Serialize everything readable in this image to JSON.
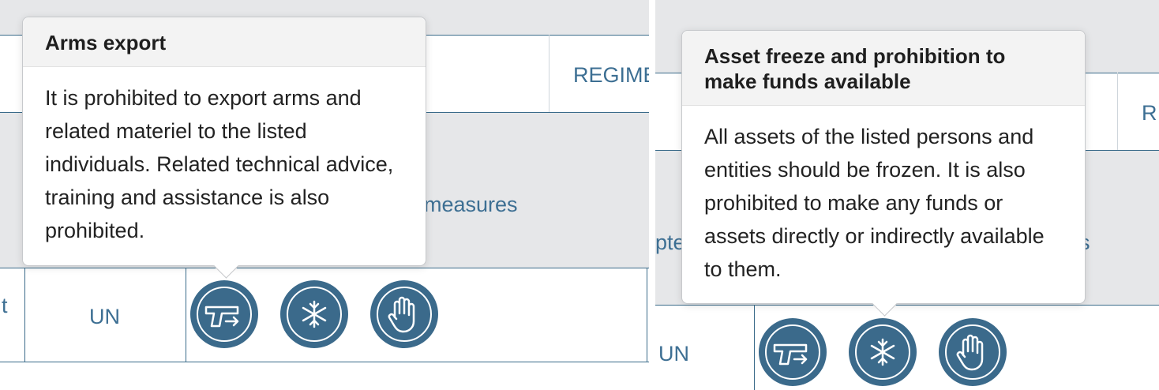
{
  "left_panel": {
    "background": {
      "regime_header": "REGIME",
      "measures_header": "measures",
      "row_cut_text": "t",
      "authority": "UN"
    },
    "icons": [
      {
        "name": "arms-export-icon",
        "label": "Arms export"
      },
      {
        "name": "asset-freeze-icon",
        "label": "Asset freeze"
      },
      {
        "name": "travel-ban-icon",
        "label": "Travel ban"
      }
    ],
    "tooltip": {
      "title": "Arms export",
      "body": "It is prohibited to export arms and related materiel to the listed individuals. Related technical advice, training and assistance is also prohibited."
    }
  },
  "right_panel": {
    "background": {
      "regime_header": "R",
      "measures_header": "s",
      "adopted_cut_text": "pte",
      "authority": "UN"
    },
    "icons": [
      {
        "name": "arms-export-icon",
        "label": "Arms export"
      },
      {
        "name": "asset-freeze-icon",
        "label": "Asset freeze"
      },
      {
        "name": "travel-ban-icon",
        "label": "Travel ban"
      }
    ],
    "tooltip": {
      "title": "Asset freeze and prohibition to make funds available",
      "body": "All assets of the listed persons and entities should be frozen. It is also prohibited to make any funds or assets directly or indirectly available to them."
    }
  },
  "colors": {
    "icon_fill": "#3b6a8b",
    "table_text": "#3d6f93",
    "header_band": "#e6e7e9"
  }
}
